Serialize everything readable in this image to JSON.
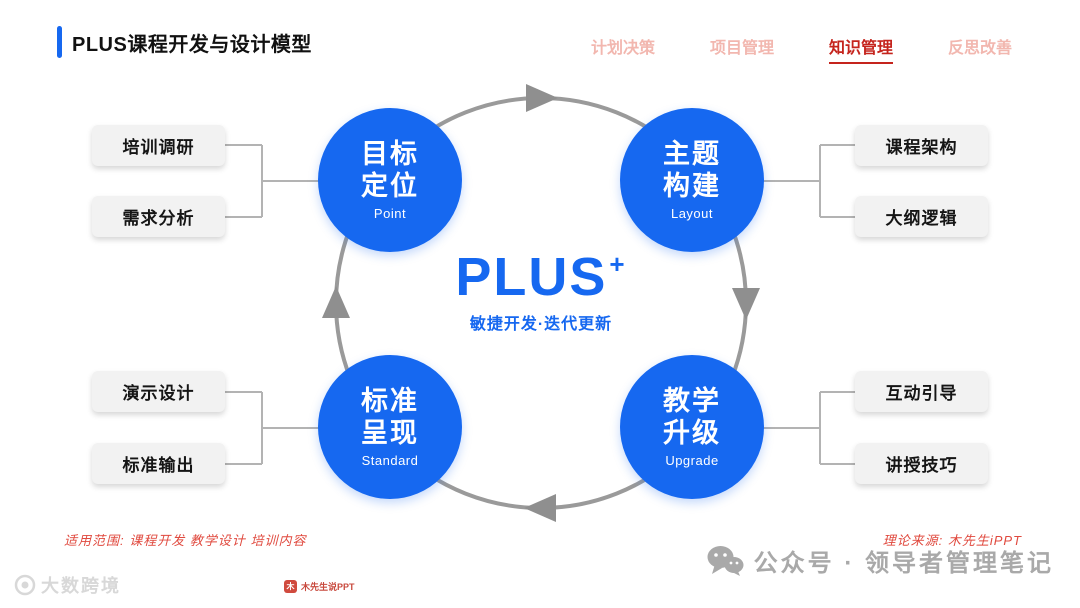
{
  "header": {
    "title": "PLUS课程开发与设计模型",
    "nav": [
      {
        "label": "计划决策",
        "active": false
      },
      {
        "label": "项目管理",
        "active": false
      },
      {
        "label": "知识管理",
        "active": true
      },
      {
        "label": "反思改善",
        "active": false
      }
    ]
  },
  "center": {
    "title": "PLUS",
    "sup": "+",
    "subtitle": "敏捷开发·迭代更新"
  },
  "nodes": [
    {
      "id": "point",
      "line1": "目标",
      "line2": "定位",
      "en": "Point",
      "tags": [
        "培训调研",
        "需求分析"
      ]
    },
    {
      "id": "layout",
      "line1": "主题",
      "line2": "构建",
      "en": "Layout",
      "tags": [
        "课程架构",
        "大纲逻辑"
      ]
    },
    {
      "id": "standard",
      "line1": "标准",
      "line2": "呈现",
      "en": "Standard",
      "tags": [
        "演示设计",
        "标准输出"
      ]
    },
    {
      "id": "upgrade",
      "line1": "教学",
      "line2": "升级",
      "en": "Upgrade",
      "tags": [
        "互动引导",
        "讲授技巧"
      ]
    }
  ],
  "notes": {
    "scope": "适用范围: 课程开发  教学设计  培训内容",
    "source": "理论来源: 木先生iPPT"
  },
  "watermarks": {
    "bottom_left": "大数跨境",
    "bottom_right": "公众号 · 领导者管理笔记",
    "mini_brand": "木先生说PPT"
  },
  "colors": {
    "primary_blue": "#1668f0",
    "active_red": "#c5241d",
    "inactive_nav_pink": "#f2b7af",
    "ring_gray": "#9a9a9a",
    "note_red": "#e04a3f",
    "tag_bg": "#f2f2f2"
  }
}
